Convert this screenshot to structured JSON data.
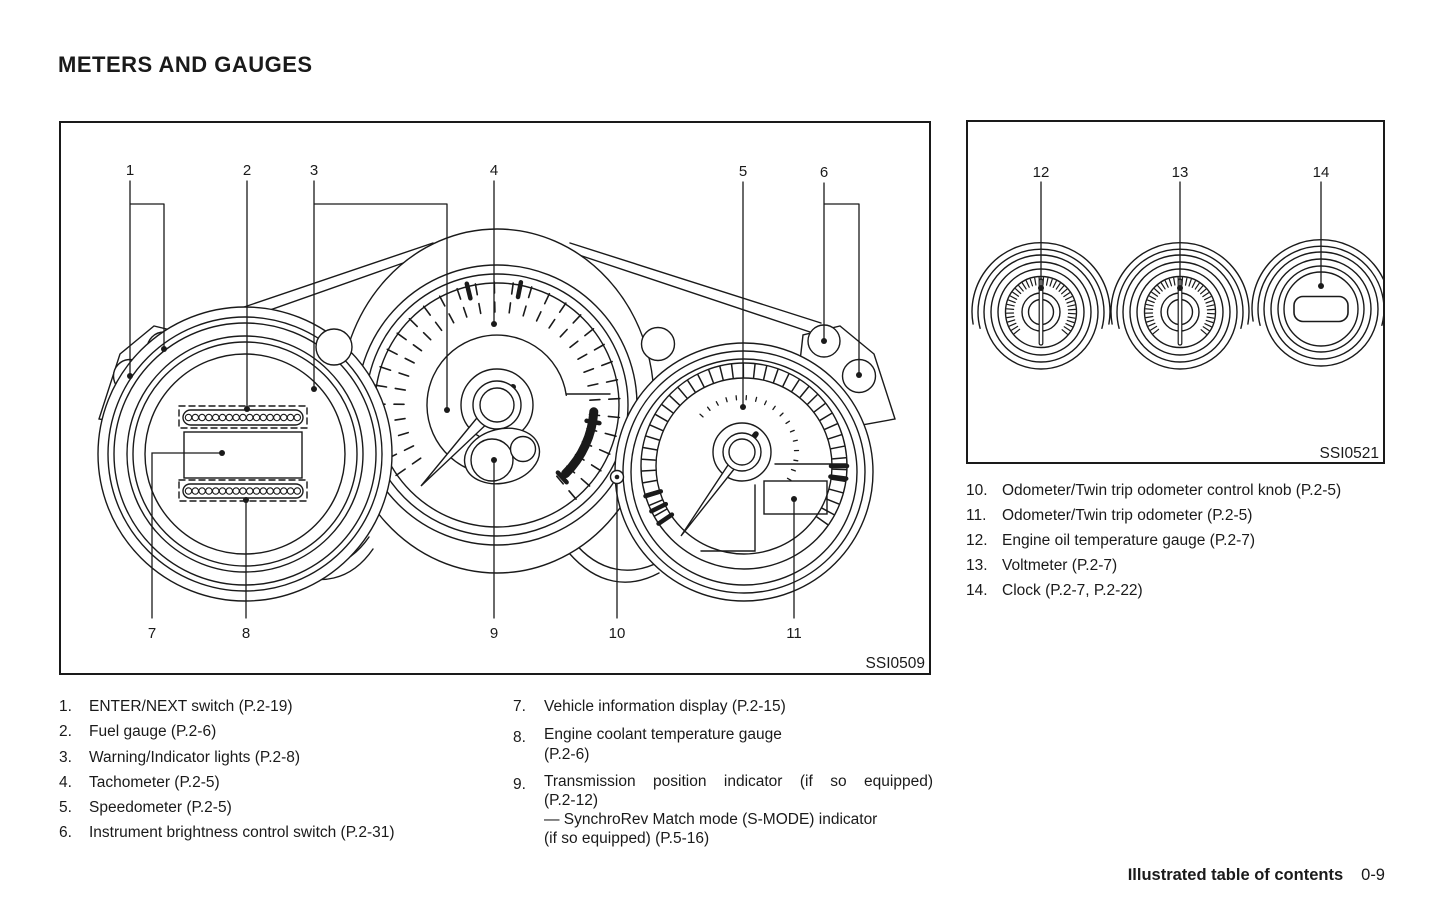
{
  "page": {
    "title": "METERS AND GAUGES",
    "footer_section": "Illustrated table of contents",
    "footer_page": "0-9"
  },
  "figures": {
    "cluster": {
      "id_label": "SSI0509",
      "callouts": [
        "1",
        "2",
        "3",
        "4",
        "5",
        "6",
        "7",
        "8",
        "9",
        "10",
        "11"
      ]
    },
    "panel": {
      "id_label": "SSI0521",
      "callouts": [
        "12",
        "13",
        "14"
      ]
    }
  },
  "legend": {
    "left": [
      {
        "num": "1.",
        "text": "ENTER/NEXT switch (P.2-19)"
      },
      {
        "num": "2.",
        "text": "Fuel gauge (P.2-6)"
      },
      {
        "num": "3.",
        "text": "Warning/Indicator lights (P.2-8)"
      },
      {
        "num": "4.",
        "text": "Tachometer (P.2-5)"
      },
      {
        "num": "5.",
        "text": "Speedometer (P.2-5)"
      },
      {
        "num": "6.",
        "text": "Instrument brightness control switch (P.2-31)"
      }
    ],
    "right": [
      {
        "num": "7.",
        "lines": [
          "Vehicle information display (P.2-15)"
        ]
      },
      {
        "num": "8.",
        "lines": [
          "Engine coolant temperature gauge",
          "(P.2-6)"
        ]
      },
      {
        "num": "9.",
        "lines": [
          "Transmission position indicator (if so equipped)",
          "(P.2-12)",
          "— SynchroRev Match mode (S-MODE) indicator",
          "(if so equipped) (P.5-16)"
        ]
      }
    ],
    "panel": [
      {
        "num": "10.",
        "text": "Odometer/Twin trip odometer control knob (P.2-5)"
      },
      {
        "num": "11.",
        "text": "Odometer/Twin trip odometer (P.2-5)"
      },
      {
        "num": "12.",
        "text": "Engine oil temperature gauge (P.2-7)"
      },
      {
        "num": "13.",
        "text": "Voltmeter (P.2-7)"
      },
      {
        "num": "14.",
        "text": "Clock (P.2-7, P.2-22)"
      }
    ]
  }
}
